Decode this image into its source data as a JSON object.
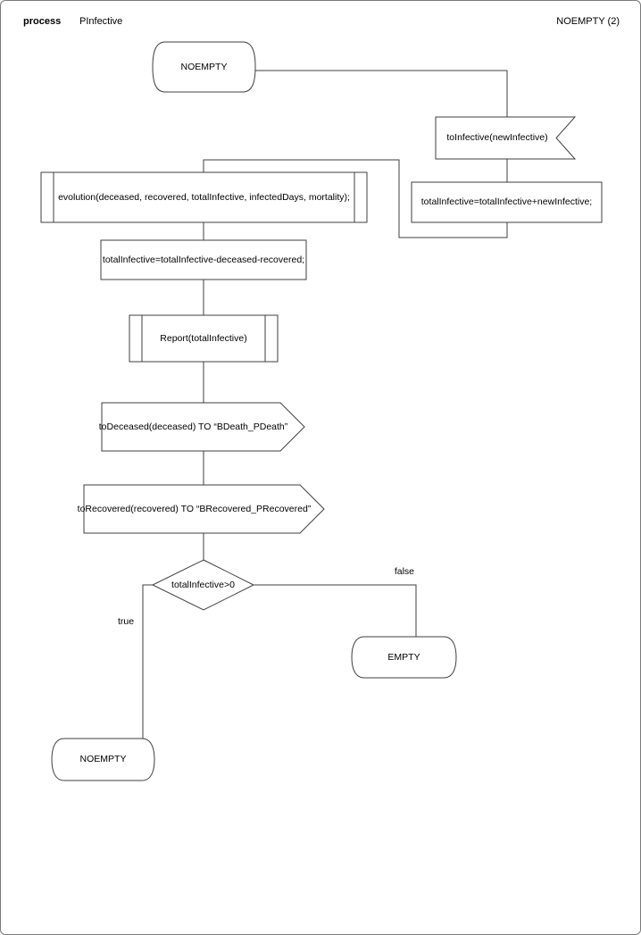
{
  "header": {
    "kind_label": "process",
    "process_name": "PInfective",
    "page_label": "NOEMPTY (2)"
  },
  "nodes": {
    "state_start": {
      "type": "state",
      "label": "NOEMPTY"
    },
    "input_toinfective": {
      "type": "input-signal",
      "label": "toInfective(newInfective)"
    },
    "task_add": {
      "type": "task",
      "label": "totalInfective=totalInfective+newInfective;"
    },
    "proc_evolution": {
      "type": "procedure-call",
      "label": "evolution(deceased, recovered, totalInfective, infectedDays, mortality);"
    },
    "task_sub": {
      "type": "task",
      "label": "totalInfective=totalInfective-deceased-recovered;"
    },
    "proc_report": {
      "type": "procedure-call",
      "label": "Report(totalInfective)"
    },
    "output_todeceased": {
      "type": "output-signal",
      "label": "toDeceased(deceased) TO “BDeath_PDeath”"
    },
    "output_torecovered": {
      "type": "output-signal",
      "label": "toRecovered(recovered) TO “BRecovered_PRecovered”"
    },
    "decision": {
      "type": "decision",
      "label": "totalInfective>0"
    },
    "state_empty": {
      "type": "state",
      "label": "EMPTY"
    },
    "state_noempty_end": {
      "type": "state",
      "label": "NOEMPTY"
    }
  },
  "branches": {
    "true_label": "true",
    "false_label": "false"
  },
  "colors": {
    "stroke": "#3f3f3f",
    "page_border": "#7a7a7a",
    "background": "#ffffff",
    "text": "#000000"
  }
}
